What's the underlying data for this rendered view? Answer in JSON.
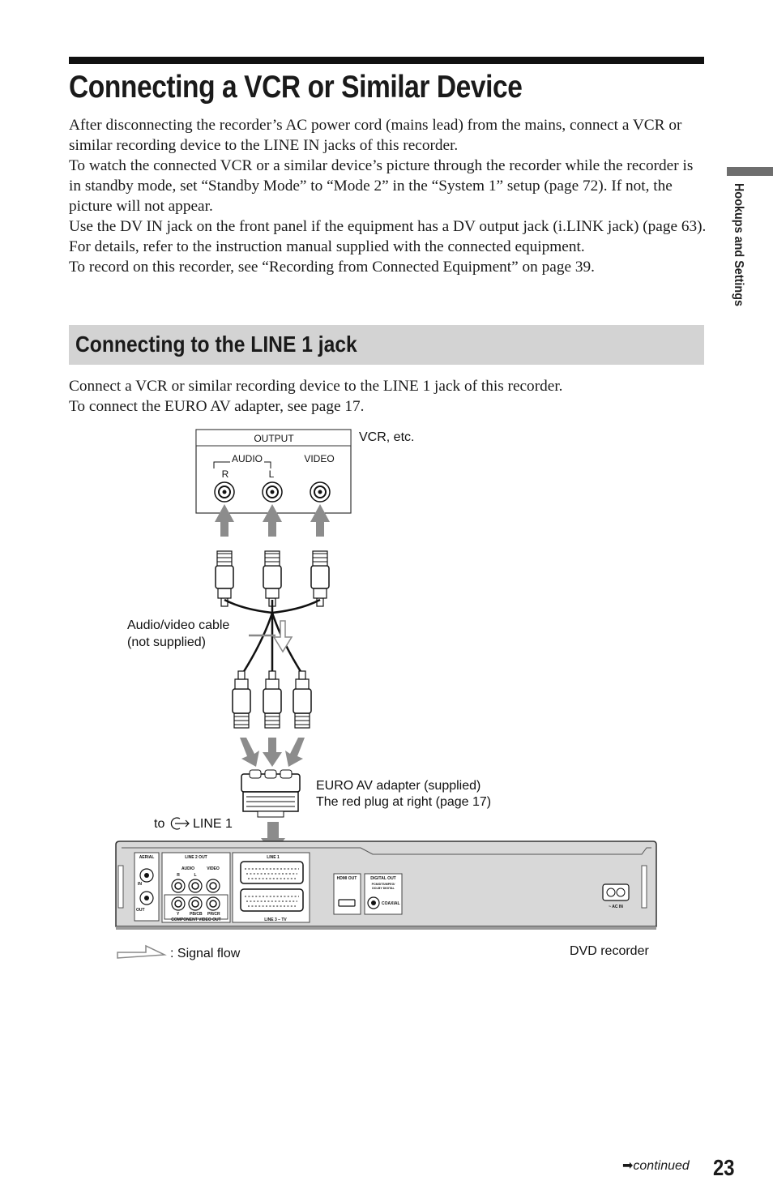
{
  "page": {
    "title": "Connecting a VCR or Similar Device",
    "side_tab": "Hookups and Settings",
    "intro": [
      "After disconnecting the recorder’s AC power cord (mains lead) from the mains, connect a VCR or similar recording device to the LINE IN jacks of this recorder.",
      "To watch the connected VCR or a similar device’s picture through the recorder while the recorder is in standby mode, set “Standby Mode” to “Mode 2” in the “System 1” setup (page 72). If not, the picture will not appear.",
      "Use the DV IN jack on the front panel if the equipment has a DV output jack (i.LINK jack) (page 63).",
      "For details, refer to the instruction manual supplied with the connected equipment.",
      "To record on this recorder, see “Recording from Connected Equipment” on page 39."
    ],
    "section": {
      "title": "Connecting to the LINE 1 jack",
      "text": [
        "Connect a VCR or similar recording device to the LINE 1 jack of this recorder.",
        "To connect the EURO AV adapter, see page 17."
      ]
    },
    "footer": {
      "continued": "continued",
      "page_number": "23"
    }
  },
  "diagram": {
    "vcr_panel": {
      "header": "OUTPUT",
      "audio": "AUDIO",
      "audio_r": "R",
      "audio_l": "L",
      "video": "VIDEO",
      "label": "VCR, etc."
    },
    "cable_label_line1": "Audio/video cable",
    "cable_label_line2": "(not supplied)",
    "adapter_label_line1": "EURO AV adapter (supplied)",
    "adapter_label_line2": "The red plug at right (page 17)",
    "to_prefix": "to",
    "to_line": "LINE 1",
    "recorder_label": "DVD recorder",
    "signal_flow": ": Signal flow",
    "rear_panel": {
      "aerial": "AERIAL",
      "aerial_in": "IN",
      "aerial_out": "OUT",
      "line2_out": "LINE 2 OUT",
      "audio": "AUDIO",
      "r": "R",
      "l": "L",
      "video": "VIDEO",
      "y": "Y",
      "pb": "PB/CB",
      "pr": "PR/CR",
      "component": "COMPONENT VIDEO OUT",
      "line1": "LINE 1",
      "line3_tv": "LINE 3 – TV",
      "hdmi_out": "HDMI OUT",
      "digital_out": "DIGITAL OUT",
      "pcm": "PCM/DTS/MPEG/",
      "dolby": "DOLBY DIGITAL",
      "coaxial": "COAXIAL",
      "ac_in": "~ AC IN"
    }
  }
}
